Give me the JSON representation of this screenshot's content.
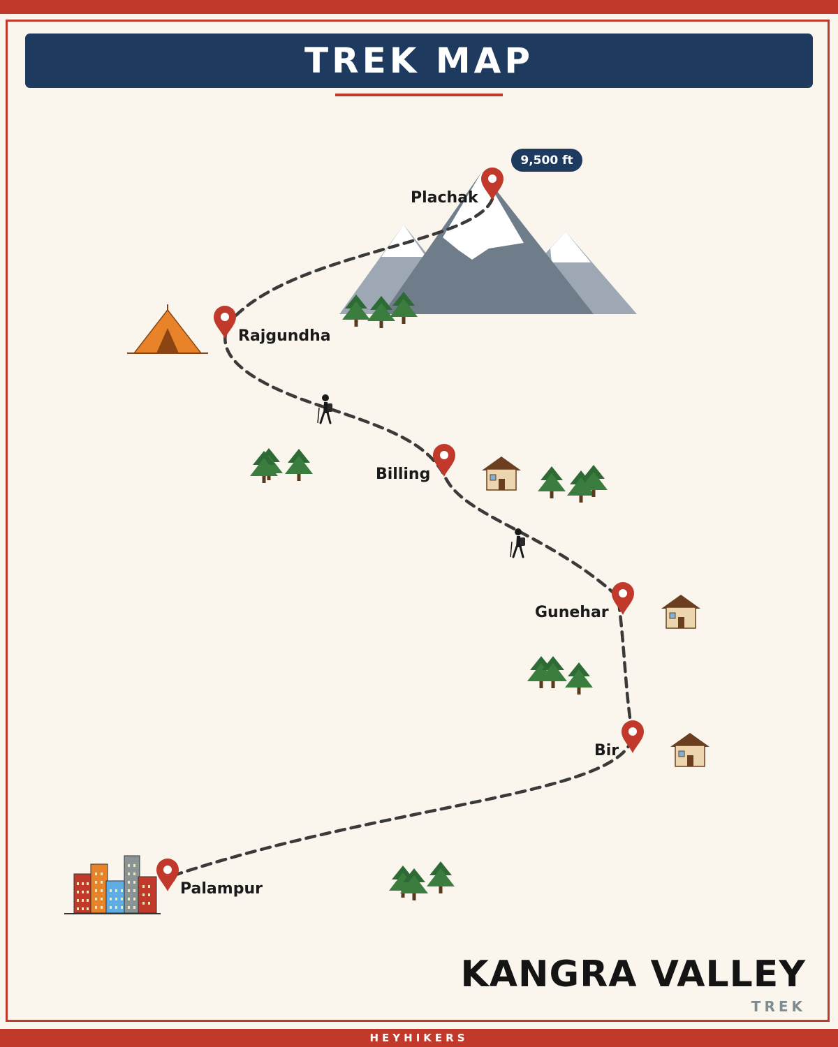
{
  "header": {
    "title": "TREK MAP"
  },
  "stops": [
    {
      "name": "Plachak"
    },
    {
      "name": "Rajgundha"
    },
    {
      "name": "Billing"
    },
    {
      "name": "Gunehar"
    },
    {
      "name": "Bir"
    },
    {
      "name": "Palampur"
    }
  ],
  "peak": {
    "elevation": "9,500 ft"
  },
  "brand": {
    "title": "KANGRA VALLEY",
    "subtitle": "TREK"
  },
  "footer": {
    "text": "HEYHIKERS"
  },
  "colors": {
    "accent": "#c0392b",
    "header_bg": "#1f3a5f",
    "background": "#faf6ee",
    "trail": "#3a3a3a",
    "pine": "#2e6b34"
  }
}
